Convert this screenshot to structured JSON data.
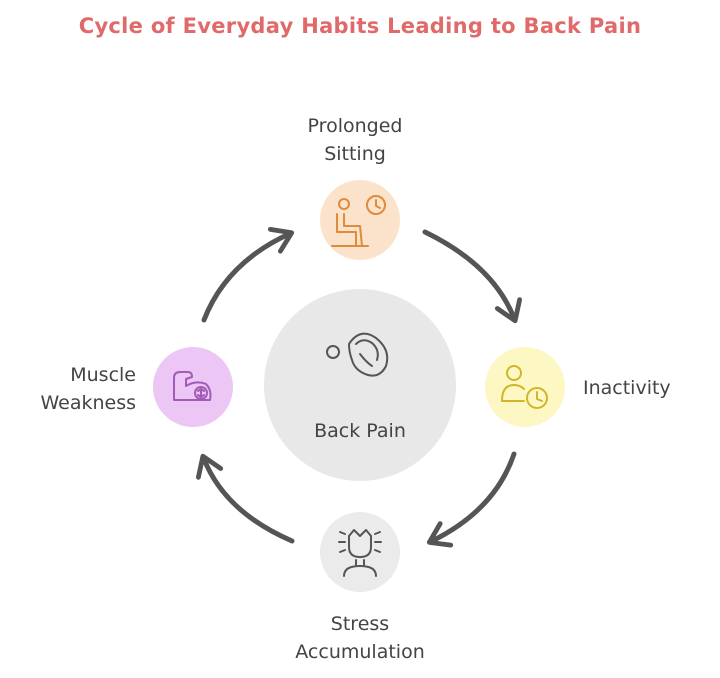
{
  "title": "Cycle of Everyday Habits Leading to Back Pain",
  "center": {
    "label": "Back Pain",
    "icon": "spine-icon"
  },
  "nodes": {
    "top": {
      "line1": "Prolonged",
      "line2": "Sitting",
      "icon": "sitting-person-clock-icon",
      "color": "#fbe3cb"
    },
    "right": {
      "line1": "Inactivity",
      "icon": "person-clock-icon",
      "color": "#fdf7c4"
    },
    "bottom": {
      "line1": "Stress",
      "line2": "Accumulation",
      "icon": "stressed-head-icon",
      "color": "#ebebeb"
    },
    "left": {
      "line1": "Muscle",
      "line2": "Weakness",
      "icon": "flexed-arm-icon",
      "color": "#ecc6f5"
    }
  },
  "colors": {
    "title": "#e06a6a",
    "arrow": "#555555",
    "center_fill": "#e8e8e8"
  }
}
